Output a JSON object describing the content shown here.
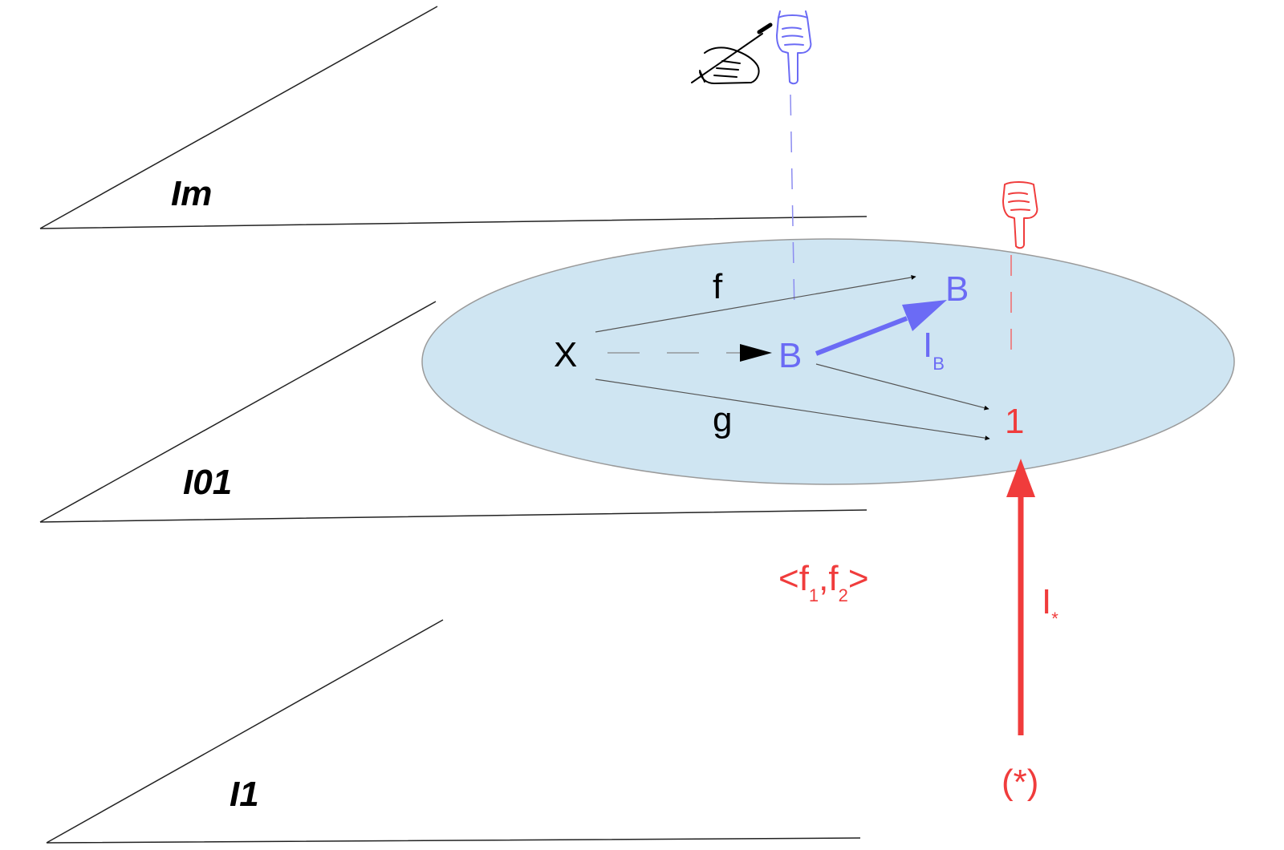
{
  "colors": {
    "blue": "#6b6bf5",
    "red": "#f03c3c",
    "black": "#000000",
    "ellipse_fill": "#cfe5f2",
    "ellipse_stroke": "#9a9a9a"
  },
  "planes": [
    {
      "label": "Im"
    },
    {
      "label": "I01"
    },
    {
      "label": "I1"
    }
  ],
  "nodes": {
    "x": "X",
    "b_mid": "B",
    "b_top": "B",
    "one": "1",
    "star": "(*)"
  },
  "morphisms": {
    "f": "f",
    "g": "g",
    "i_b_main": "I",
    "i_b_sub": "B",
    "i_star_main": "I",
    "i_star_sub": "*",
    "pair": {
      "open": "<f",
      "sub1": "1",
      "comma": ",f",
      "sub2": "2",
      "close": ">"
    }
  },
  "icons": [
    "writing-hand-icon",
    "pointing-hand-down-blue-icon",
    "pointing-hand-down-red-icon"
  ]
}
